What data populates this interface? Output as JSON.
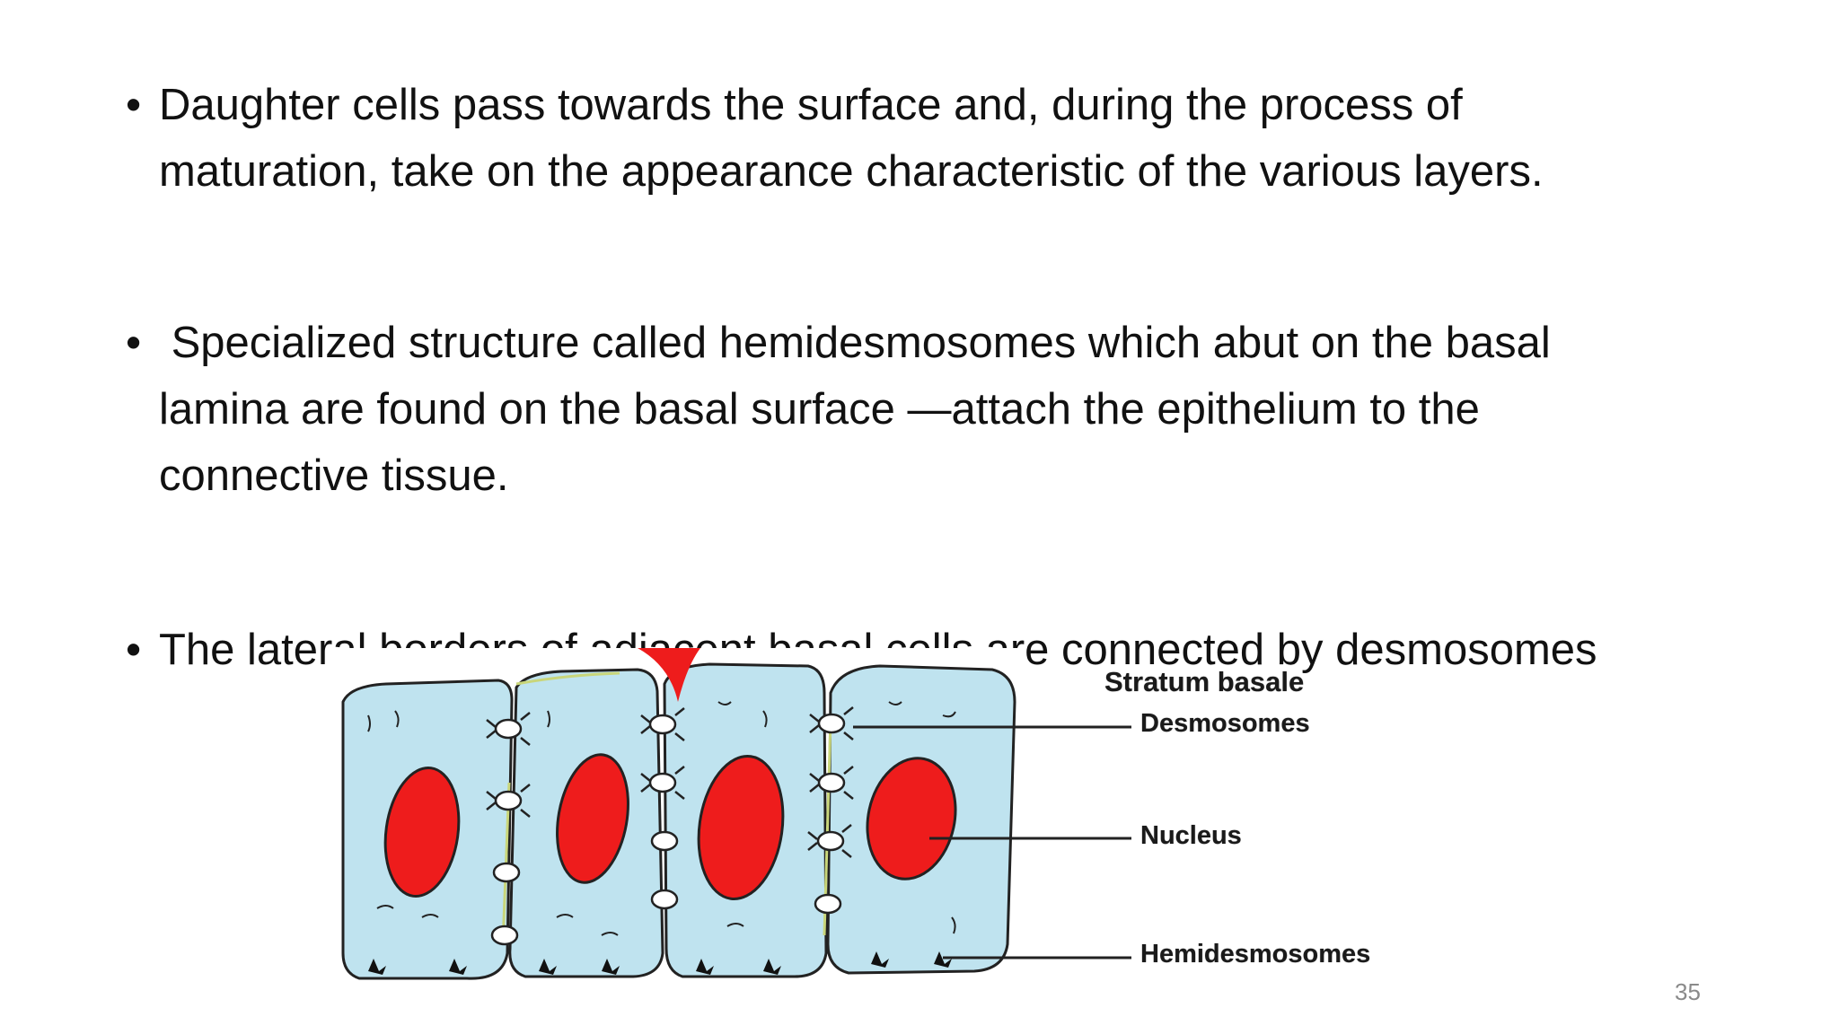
{
  "bullets": [
    {
      "marker": "•",
      "lines": [
        "Daughter cells pass towards the surface and, during the process of",
        "maturation, take on the appearance characteristic of the various layers."
      ]
    },
    {
      "marker": "•",
      "lines": [
        " Specialized structure called hemidesmosomes which abut on the basal",
        "lamina are found on the basal surface —attach the epithelium to the",
        "connective tissue."
      ]
    },
    {
      "marker": "•",
      "lines": [
        "The lateral borders of adjacent basal cells are connected by desmosomes"
      ]
    }
  ],
  "figure": {
    "title": "Stratum basale",
    "labels": {
      "desmosomes": "Desmosomes",
      "nucleus": "Nucleus",
      "hemidesmosomes": "Hemidesmosomes"
    },
    "colors": {
      "cytoplasm": "#bfe3ef",
      "nucleus": "#ee1c1c",
      "outline": "#222222",
      "lamina": "#f2f2f2"
    }
  },
  "page_number": "35"
}
